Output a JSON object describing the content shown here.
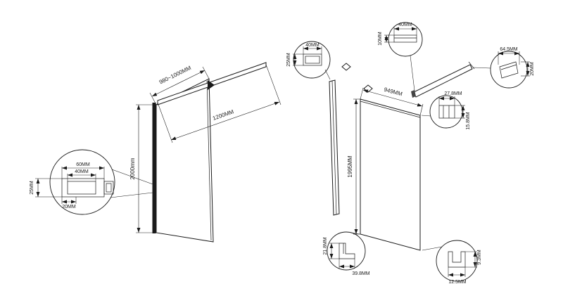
{
  "drawing": {
    "assembled": {
      "dim_width": "980~1000MM",
      "dim_bar_length": "1200MM",
      "dim_height": "2000mm",
      "profile_detail": {
        "dim_outer": "60MM",
        "dim_inner": "40MM",
        "dim_foot": "20MM",
        "dim_depth": "25MM"
      }
    },
    "exploded": {
      "dim_glass_width": "949MM",
      "dim_glass_height": "1995MM",
      "wall_profile_top": {
        "dim_width": "40MM",
        "dim_depth": "25MM"
      },
      "bar_section": {
        "dim_width": "40MM",
        "dim_thickness": "10MM"
      },
      "bar_wall_end": {
        "dim_length": "64.5MM",
        "dim_height": "20MM"
      },
      "glass_bracket": {
        "dim_width": "27.8MM",
        "dim_height": "15.8MM"
      },
      "wall_profile_bottom": {
        "dim_height": "21.8MM",
        "dim_width": "39.8MM"
      },
      "bottom_clamp": {
        "dim_height": "9.3MM",
        "dim_width": "12.5MM"
      }
    }
  }
}
